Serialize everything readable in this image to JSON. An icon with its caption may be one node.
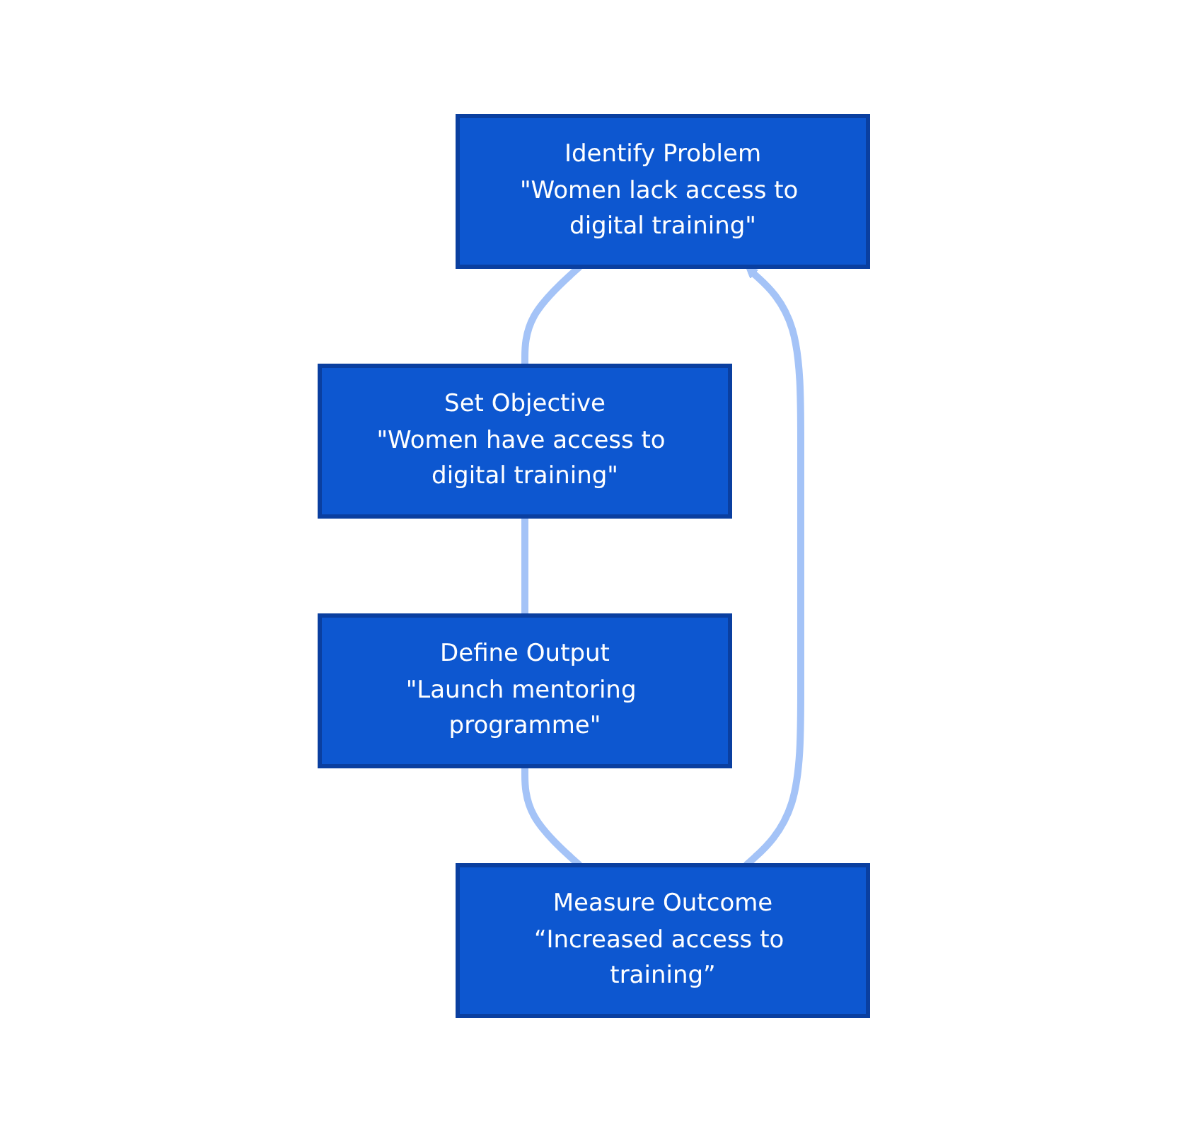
{
  "diagram": {
    "nodes": [
      {
        "text": [
          "Identify Problem",
          "\"Women lack access to digital training\""
        ]
      },
      {
        "text": [
          "Set Objective",
          "\"Women have access to digital training\""
        ]
      },
      {
        "text": [
          "Define Output",
          "\"Launch mentoring programme\""
        ]
      },
      {
        "text": [
          "Measure Outcome",
          "“Increased access to training”"
        ]
      }
    ],
    "edges": [
      {
        "from": 0,
        "to": 1,
        "arrow": "none"
      },
      {
        "from": 1,
        "to": 2,
        "arrow": "none"
      },
      {
        "from": 2,
        "to": 3,
        "arrow": "none"
      },
      {
        "from": 3,
        "to": 0,
        "arrow": "to"
      }
    ]
  }
}
